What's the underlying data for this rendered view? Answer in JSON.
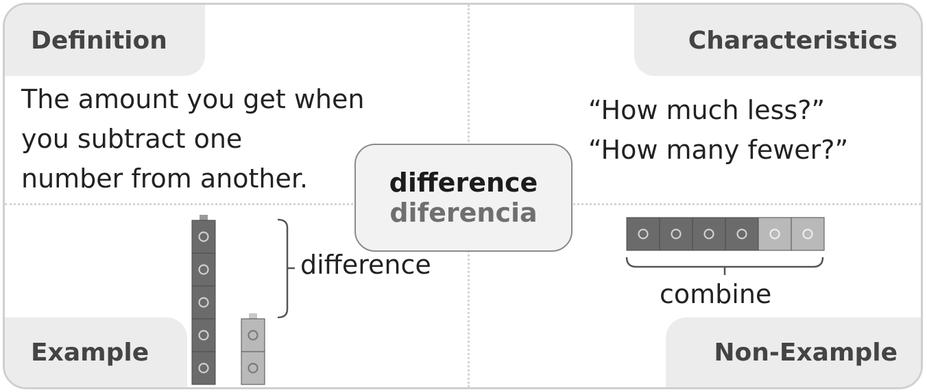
{
  "quadrants": {
    "definition": {
      "title": "Definition",
      "lines": [
        "The amount you get when",
        "you subtract one",
        "number from another."
      ]
    },
    "characteristics": {
      "title": "Characteristics",
      "lines": [
        "“How much less?”",
        "“How many fewer?”"
      ]
    },
    "example": {
      "title": "Example",
      "bracket_label": "difference",
      "tall_stack_cubes": 5,
      "short_stack_cubes": 2
    },
    "non_example": {
      "title": "Non-Example",
      "bracket_label": "combine",
      "dark_cubes": 4,
      "light_cubes": 2
    }
  },
  "term": {
    "english": "difference",
    "spanish": "diferencia"
  },
  "colors": {
    "dark_cube": "#6b6b6b",
    "light_cube": "#b9b9b9",
    "tab_bg": "#ececec",
    "border": "#cfcfcf"
  }
}
